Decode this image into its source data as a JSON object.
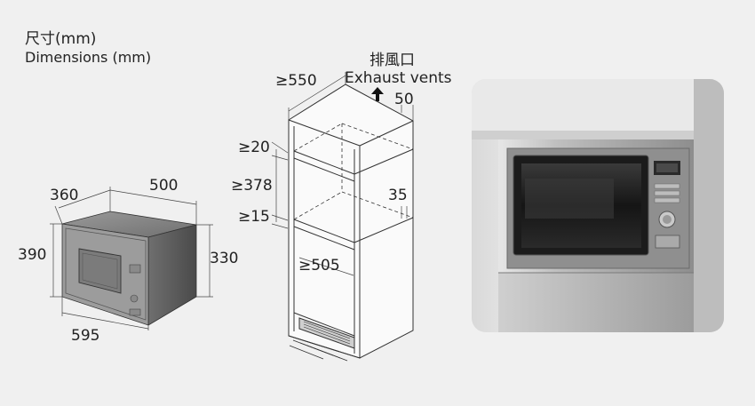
{
  "heading": {
    "zh": "尺寸(mm)",
    "en": "Dimensions (mm)"
  },
  "appliance_dims": {
    "depth": "360",
    "width_top": "500",
    "height_left": "390",
    "height_right": "330",
    "width_bottom": "595"
  },
  "cabinet_dims": {
    "exhaust_zh": "排風口",
    "exhaust_en": "Exhaust vents",
    "width": "≥550",
    "gap_top": "50",
    "shelf_top": "≥20",
    "opening": "≥378",
    "shelf_bottom": "≥15",
    "gap_side": "35",
    "depth": "≥505"
  }
}
